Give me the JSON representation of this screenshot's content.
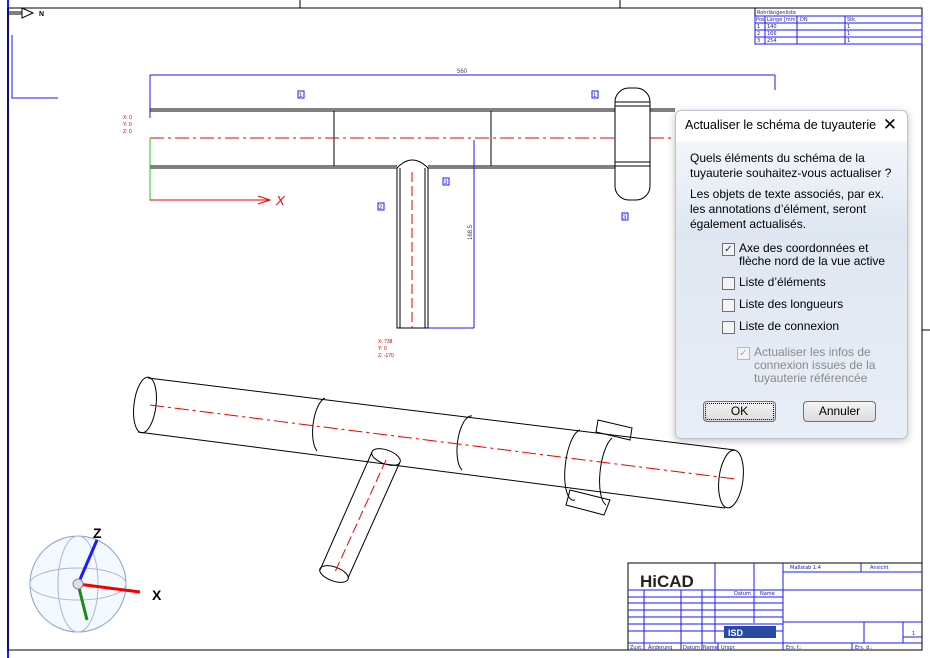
{
  "drawing": {
    "dim_length": "560",
    "dim_branch": "168.5",
    "axis_x": "X",
    "north": "N",
    "triad_x": "X",
    "triad_z": "Z",
    "annotations": [
      "1",
      "2",
      "3"
    ],
    "coords_origin": [
      "X: 0",
      "Y: 0",
      "Z: 0"
    ],
    "coords_branch": [
      "X: 738",
      "Y: 0",
      "Z: -170"
    ]
  },
  "pipe_list": {
    "title": "Rohrlängenliste",
    "headers": [
      "Pos.",
      "Länge [mm]",
      "DN",
      "Stk."
    ],
    "rows": [
      [
        "1",
        "140",
        "",
        "1"
      ],
      [
        "2",
        "166",
        "",
        "1"
      ],
      [
        "3",
        "254",
        "",
        "1"
      ]
    ]
  },
  "title_block": {
    "logo": "HiCAD",
    "scale": "Maßstab 1:4",
    "view": "Ansicht",
    "date": "Datum",
    "name": "Name",
    "state": "Zust.",
    "change": "Änderung",
    "date2": "Datum",
    "name2": "Name",
    "origin": "Urspr.",
    "replaces": "Ers. f.:",
    "replaced_by": "Ers. d.:",
    "sheet": "1",
    "company_logo": "ISD"
  },
  "dialog": {
    "title": "Actualiser le schéma de tuyauterie",
    "question": "Quels éléments du schéma de la tuyauterie souhaitez-vous actualiser ?",
    "info": "Les objets de texte associés, par ex. les annotations d’élément, seront également actualisés.",
    "options": [
      {
        "label": "Axe des coordonnées et flèche nord de la vue active",
        "checked": true,
        "enabled": true
      },
      {
        "label": "Liste d’éléments",
        "checked": false,
        "enabled": true
      },
      {
        "label": "Liste des longueurs",
        "checked": false,
        "enabled": true
      },
      {
        "label": "Liste de connexion",
        "checked": false,
        "enabled": true
      },
      {
        "label": "Actualiser les infos de connexion issues de la tuyauterie référencée",
        "checked": true,
        "enabled": false
      }
    ],
    "ok": "OK",
    "cancel": "Annuler"
  }
}
